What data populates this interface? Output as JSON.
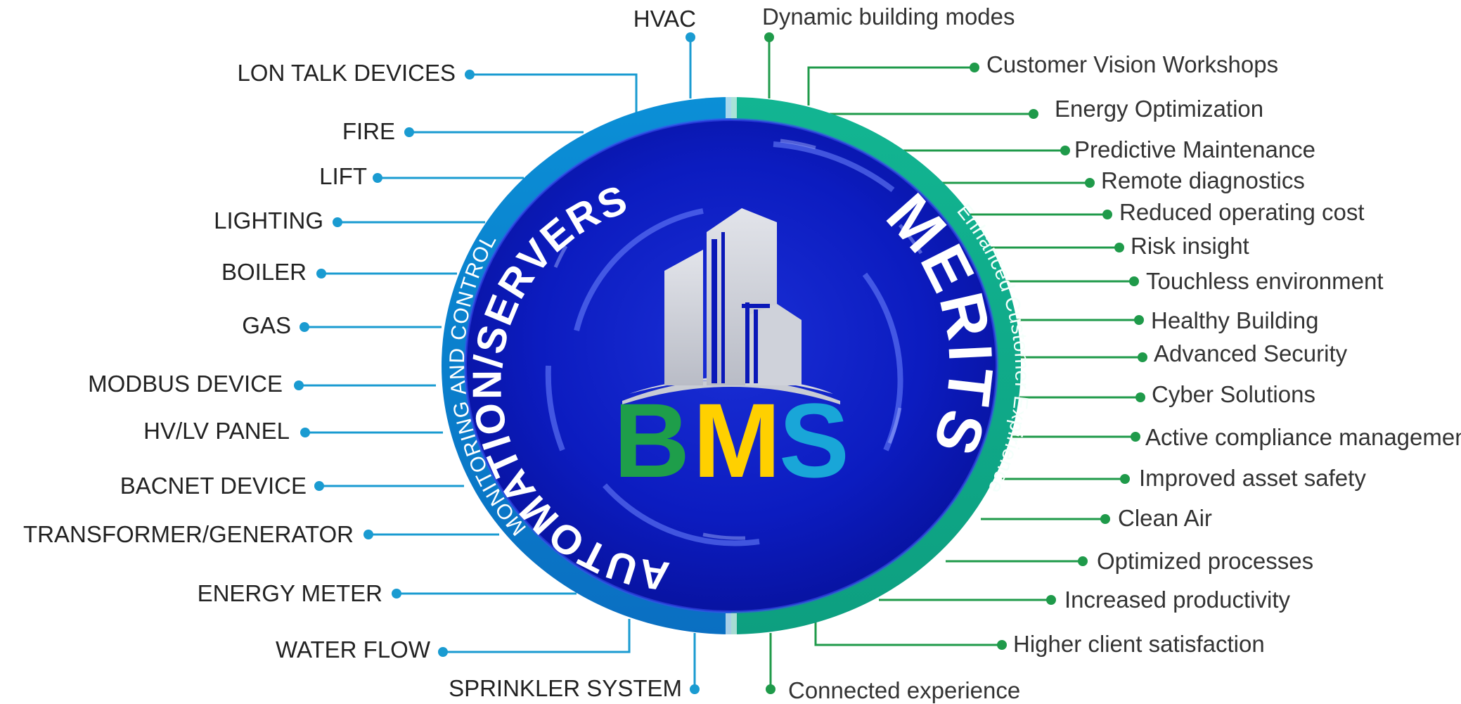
{
  "center": {
    "logo_letters": [
      {
        "char": "B",
        "color": "#1e9e4a"
      },
      {
        "char": "M",
        "color": "#ffd000"
      },
      {
        "char": "S",
        "color": "#19a6d8"
      }
    ],
    "inner_arc_label": "AUTOMATION/SERVERS",
    "merits_label": "MERITS"
  },
  "ring": {
    "left_label": "MONITORING AND CONTROL",
    "right_label": "Enhanced Customer Expirience",
    "left_color": "#0a86cc",
    "right_color": "#10ad8c"
  },
  "left_items": [
    "HVAC",
    "LON TALK DEVICES",
    "FIRE",
    "LIFT",
    "LIGHTING",
    "BOILER",
    "GAS",
    "MODBUS DEVICE",
    "HV/LV PANEL",
    "BACNET DEVICE",
    "TRANSFORMER/GENERATOR",
    "ENERGY METER",
    "WATER FLOW",
    "SPRINKLER SYSTEM"
  ],
  "right_items": [
    "Dynamic building modes",
    "Customer Vision Workshops",
    "Energy Optimization",
    "Predictive Maintenance",
    "Remote diagnostics",
    "Reduced operating cost",
    "Risk insight",
    "Touchless environment",
    "Healthy Building",
    "Advanced Security",
    "Cyber Solutions",
    "Active compliance management",
    "Improved asset safety",
    "Clean Air",
    "Optimized processes",
    "Increased productivity",
    "Higher client satisfaction",
    "Connected experience"
  ],
  "colors": {
    "left_connector": "#1a9bd1",
    "right_connector": "#1f9a4a",
    "inner_circle": "#0a18b8"
  }
}
